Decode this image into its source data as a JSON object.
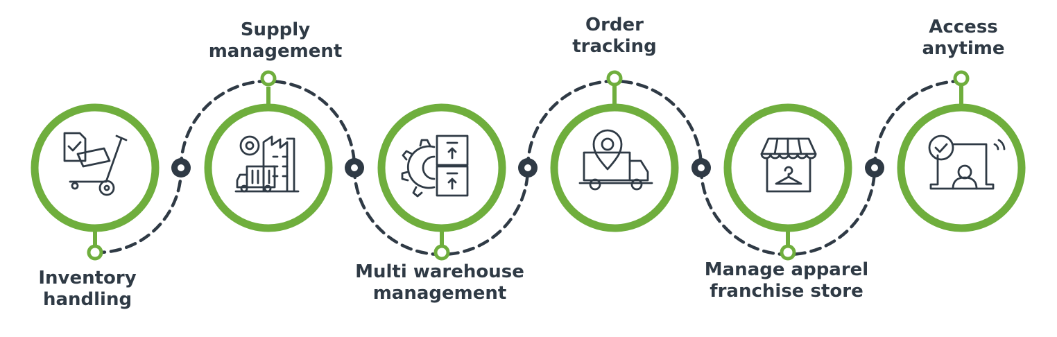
{
  "colors": {
    "accent": "#6fae3d",
    "dark": "#2f3a45",
    "background": "#ffffff"
  },
  "steps": [
    {
      "icon": "inventory-trolley-icon",
      "label_line1": "Inventory",
      "label_line2": "handling"
    },
    {
      "icon": "factory-truck-icon",
      "label_line1": "Supply",
      "label_line2": "management"
    },
    {
      "icon": "warehouse-boxes-gear-icon",
      "label_line1": "Multi warehouse",
      "label_line2": "management"
    },
    {
      "icon": "delivery-truck-pin-icon",
      "label_line1": "Order",
      "label_line2": "tracking"
    },
    {
      "icon": "apparel-store-icon",
      "label_line1": "Manage apparel",
      "label_line2": "franchise store"
    },
    {
      "icon": "laptop-user-check-icon",
      "label_line1": "Access",
      "label_line2": "anytime"
    }
  ]
}
